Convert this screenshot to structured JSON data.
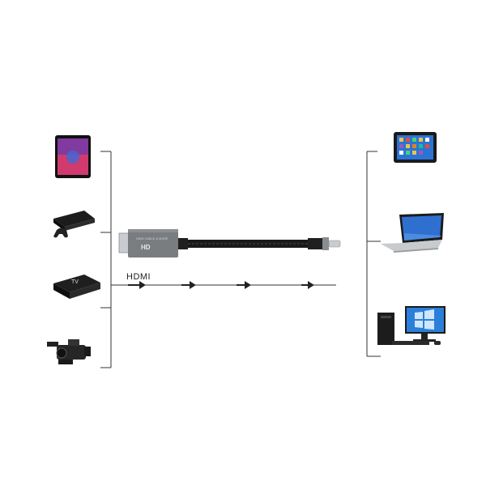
{
  "labels": {
    "cable_type": "HDMI",
    "adapter_brand_text": "HDMI CABLE & MORE",
    "adapter_logo": "HD"
  },
  "sources": [
    {
      "name": "smartphone-icon"
    },
    {
      "name": "game-console-icon"
    },
    {
      "name": "tv-box-icon"
    },
    {
      "name": "camcorder-icon"
    }
  ],
  "displays": [
    {
      "name": "tablet-icon"
    },
    {
      "name": "laptop-icon"
    },
    {
      "name": "desktop-pc-icon"
    }
  ],
  "colors": {
    "line": "#333333",
    "cable": "#1a1a1a",
    "adapter": "#7a7d80",
    "tablet_screen": "#2a74d6",
    "phone_screen": "#c4386e"
  }
}
